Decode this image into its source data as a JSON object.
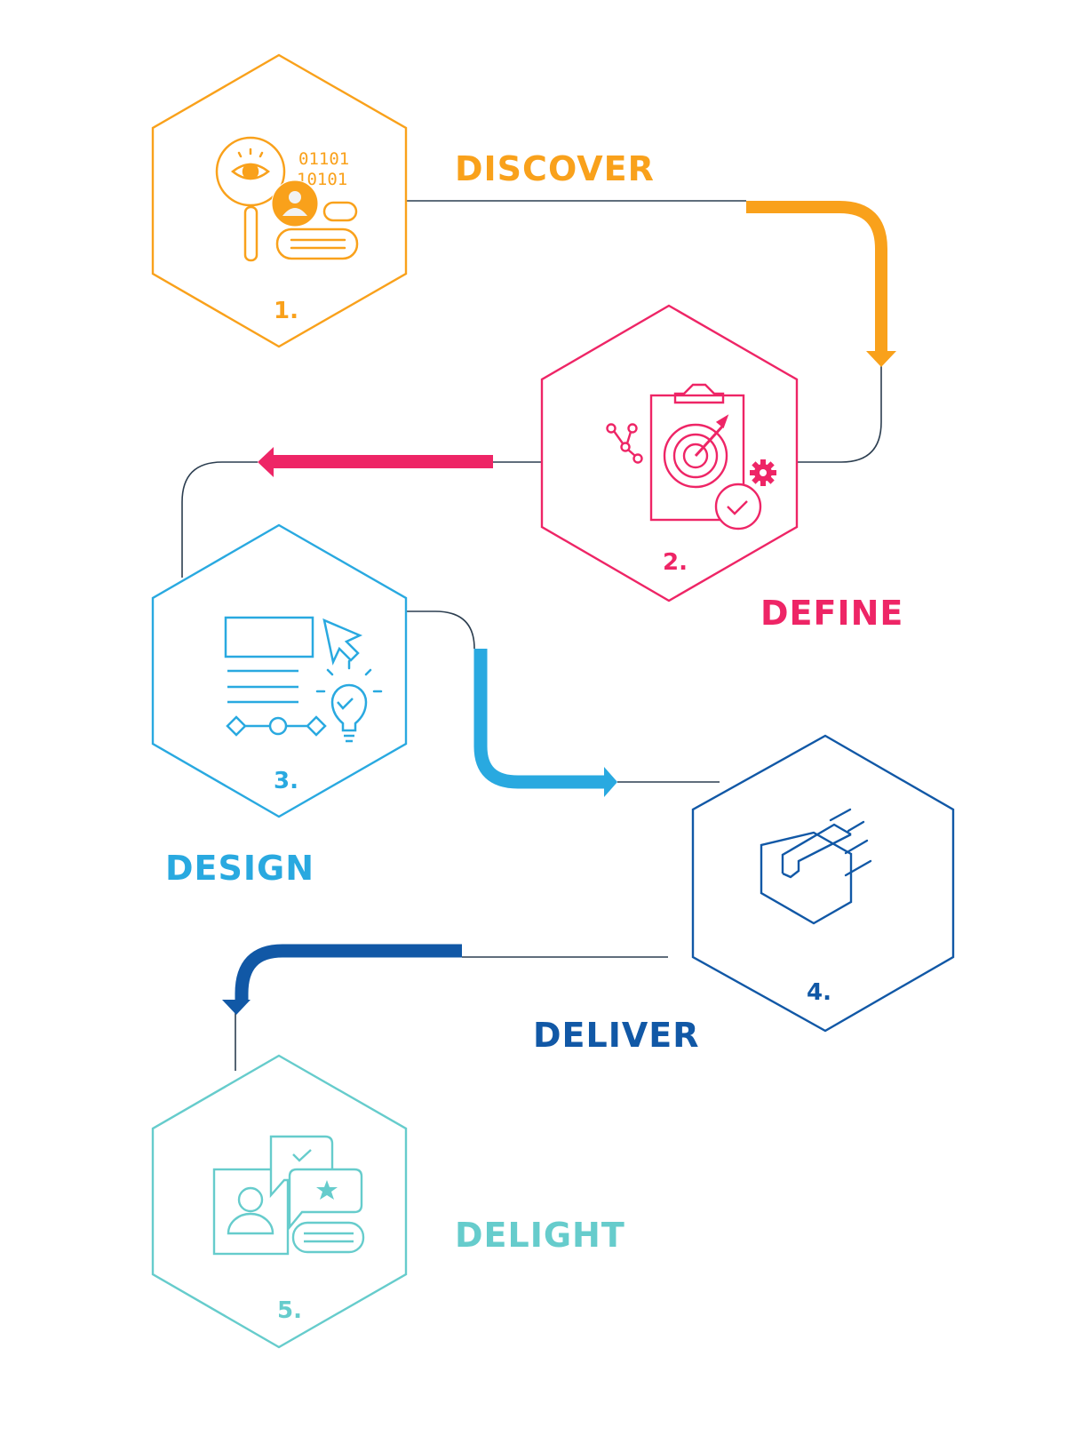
{
  "diagram": {
    "type": "process-flow",
    "connector_color": "#2c3e50",
    "steps": [
      {
        "number": "1.",
        "label": "DISCOVER",
        "color": "#f9a11b",
        "icon": "magnifier-eye-user-binary-icon"
      },
      {
        "number": "2.",
        "label": "DEFINE",
        "color": "#ee2566",
        "icon": "clipboard-target-check-icon"
      },
      {
        "number": "3.",
        "label": "DESIGN",
        "color": "#29a9e0",
        "icon": "wireframe-cursor-lightbulb-icon"
      },
      {
        "number": "4.",
        "label": "DELIVER",
        "color": "#1158a6",
        "icon": "shipping-box-icon"
      },
      {
        "number": "5.",
        "label": "DELIGHT",
        "color": "#66cccc",
        "icon": "user-feedback-chat-icon"
      }
    ],
    "flow": [
      "1 → 2",
      "2 → 3",
      "3 → 4",
      "4 → 5"
    ]
  }
}
